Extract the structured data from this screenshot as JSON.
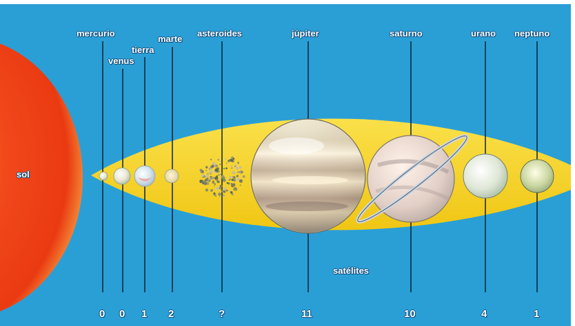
{
  "labels": {
    "sun": "sol",
    "satellites": "satélites"
  },
  "bodies": [
    {
      "name": "mercurio",
      "satellites": "0"
    },
    {
      "name": "venus",
      "satellites": "0"
    },
    {
      "name": "tierra",
      "satellites": "1"
    },
    {
      "name": "marte",
      "satellites": "2"
    },
    {
      "name": "asteroides",
      "satellites": "?"
    },
    {
      "name": "júpiter",
      "satellites": "11"
    },
    {
      "name": "saturno",
      "satellites": "10"
    },
    {
      "name": "urano",
      "satellites": "4"
    },
    {
      "name": "neptuno",
      "satellites": "1"
    }
  ],
  "colors": {
    "background": "#2a9fd6",
    "orbit_band": "#f5d020",
    "sun": "#f04a12",
    "label_text": "#ffffff",
    "lines": "#0a2230"
  }
}
